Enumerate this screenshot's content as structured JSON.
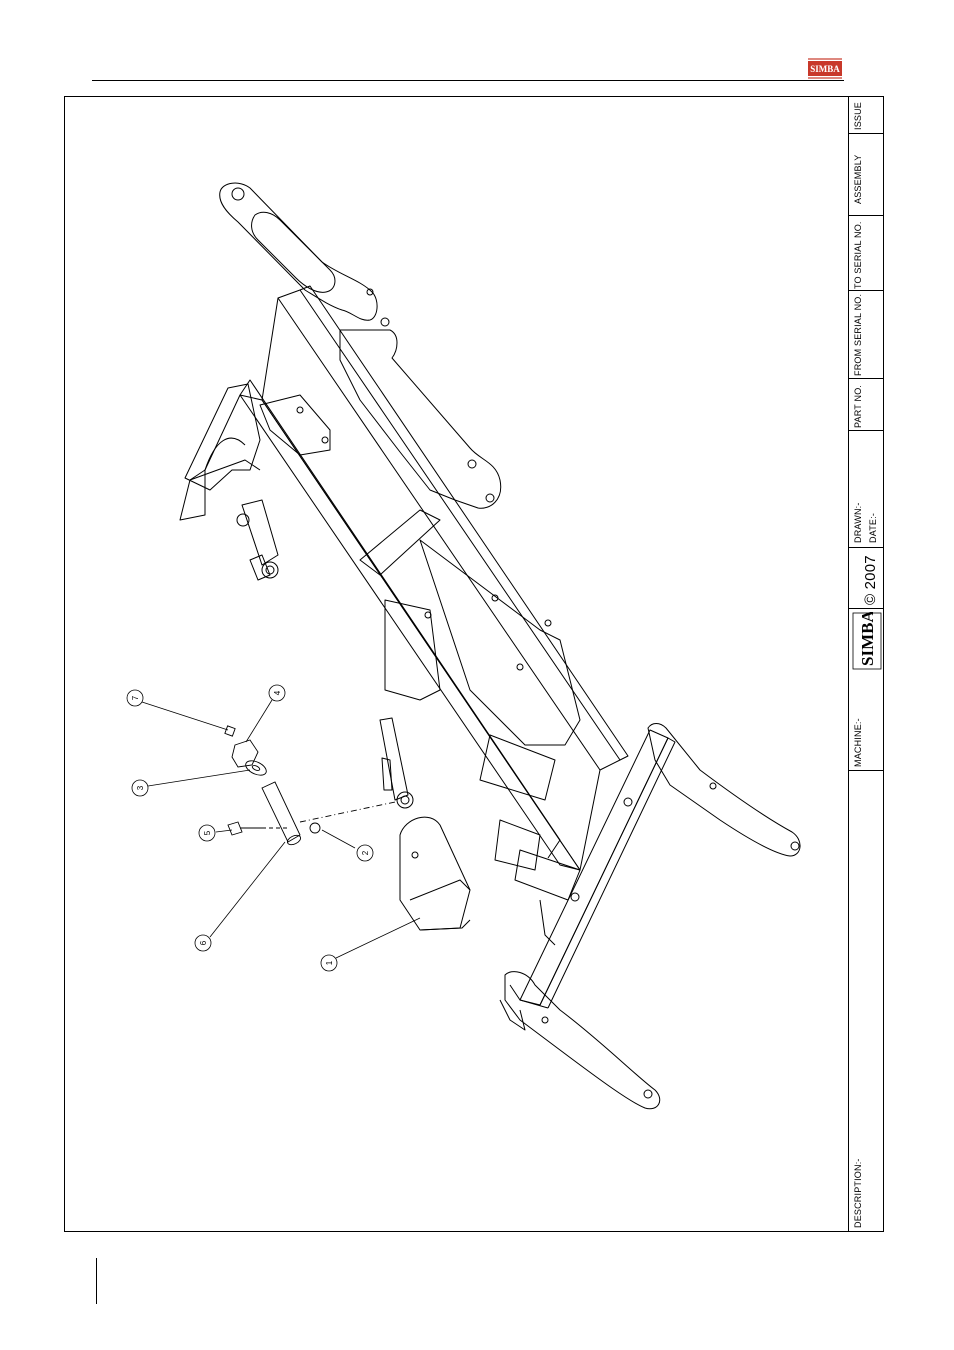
{
  "header": {
    "logo_text": "SIMBA",
    "logo_color": "#c8382a"
  },
  "title_block": {
    "issue_label": "ISSUE",
    "assembly_label": "ASSEMBLY",
    "to_serial_label": "TO SERIAL NO.",
    "from_serial_label": "FROM SERIAL NO.",
    "part_no_label": "PART NO.",
    "drawn_label": "DRAWN:-",
    "date_label": "DATE:-",
    "copyright": "© 2007",
    "logo_text": "SIMBA",
    "machine_label": "MACHINE:-",
    "description_label": "DESCRIPTION:-"
  },
  "balloons": {
    "b1": "1",
    "b2": "2",
    "b3": "3",
    "b4": "4",
    "b5": "5",
    "b6": "6",
    "b7": "7"
  }
}
